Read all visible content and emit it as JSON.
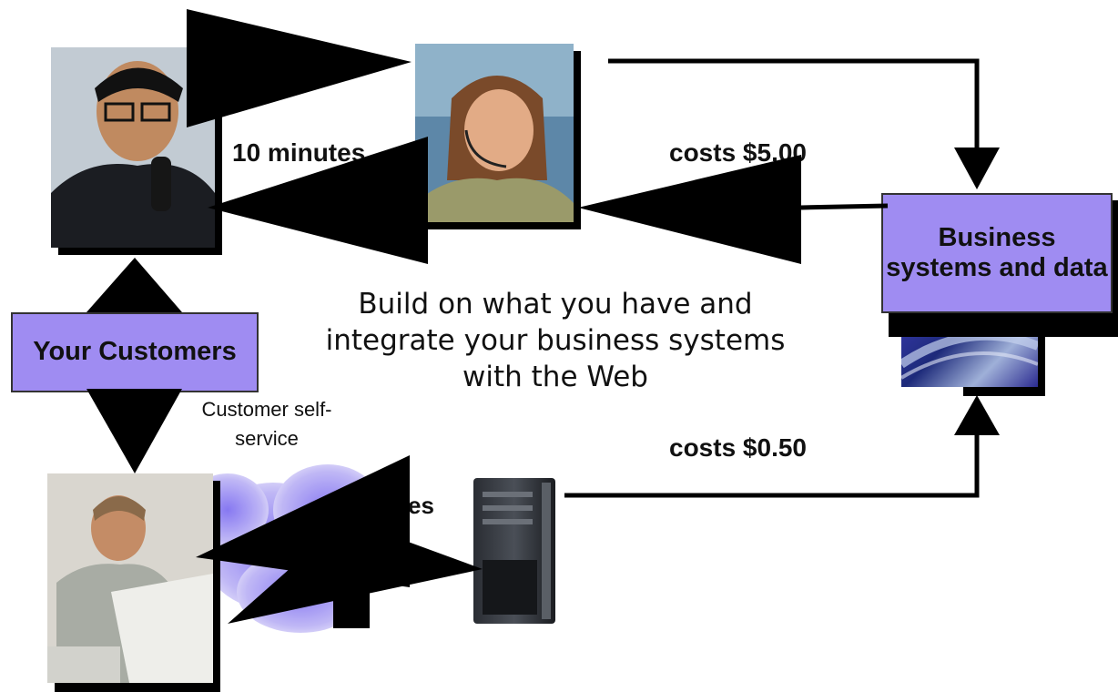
{
  "nodes": {
    "your_customers": "Your Customers",
    "business_systems": "Business systems and data"
  },
  "labels": {
    "ten_minutes": "10 minutes",
    "costs_500": "costs $5.00",
    "costs_050": "costs $0.50",
    "customer_self_service": "Customer self-service",
    "partial_es": "es"
  },
  "message": "Build on what you have and integrate your business systems with the Web",
  "colors": {
    "node_fill": "#9f8cf2",
    "arrow": "#000000"
  },
  "icons": [
    "phone-customer-photo",
    "call-center-agent-photo",
    "web-customer-photo",
    "server-tower-icon",
    "binary-data-photo",
    "purple-cloud-icon"
  ]
}
